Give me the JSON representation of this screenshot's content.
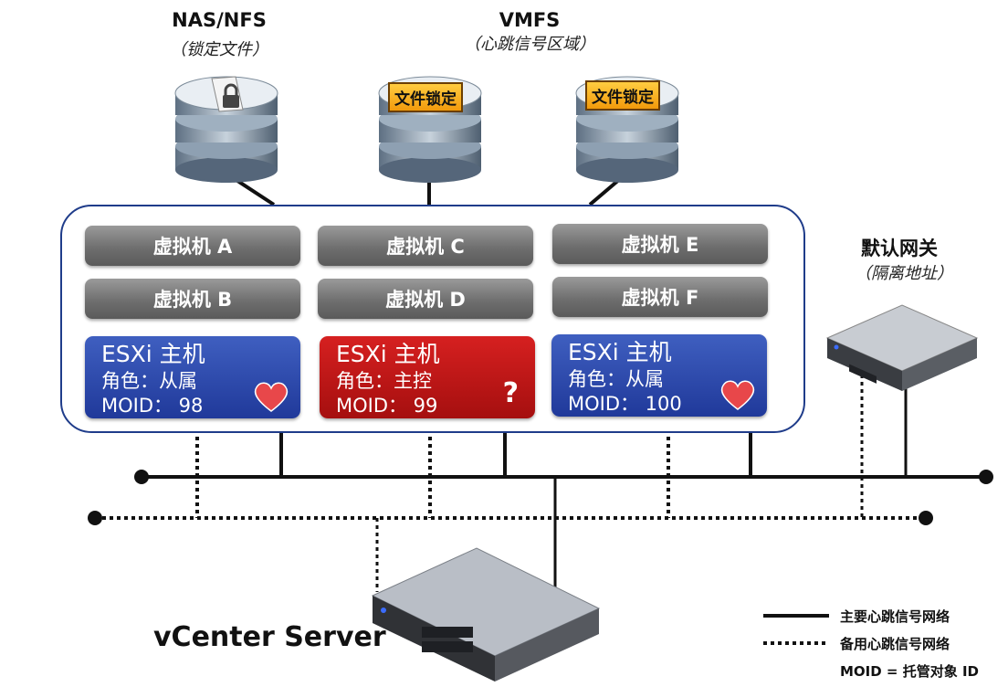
{
  "storage": [
    {
      "title": "NAS/NFS",
      "subtitle": "（锁定文件）"
    },
    {
      "title": "VMFS",
      "subtitle": "（心跳信号区域）",
      "tag_left": "文件锁定",
      "tag_right": "文件锁定"
    }
  ],
  "vms": [
    "虚拟机 A",
    "虚拟机 B",
    "虚拟机 C",
    "虚拟机 D",
    "虚拟机 E",
    "虚拟机 F"
  ],
  "hosts": [
    {
      "name": "ESXi 主机",
      "role": "角色：从属",
      "moid": "MOID： 98",
      "status": "heart",
      "color": "#2a47ad"
    },
    {
      "name": "ESXi 主机",
      "role": "角色：主控",
      "moid": "MOID： 99",
      "status": "question",
      "symbol": "?",
      "color": "#c31414"
    },
    {
      "name": "ESXi 主机",
      "role": "角色：从属",
      "moid": "MOID： 100",
      "status": "heart",
      "color": "#2a47ad"
    }
  ],
  "gateway": {
    "title": "默认网关",
    "subtitle": "（隔离地址）"
  },
  "vcenter": {
    "label": "vCenter Server"
  },
  "legend": {
    "primary": "主要心跳信号网络",
    "backup": "备用心跳信号网络",
    "moid_note": "MOID = 托管对象 ID"
  }
}
